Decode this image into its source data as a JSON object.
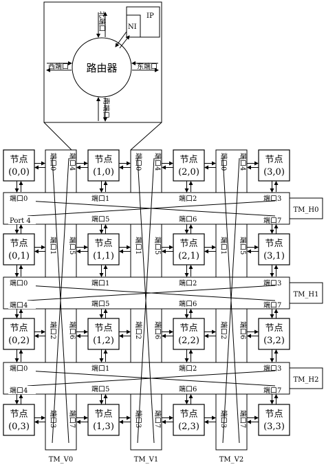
{
  "router_detail": {
    "north": "北端口",
    "south": "南端口",
    "west": "西端口",
    "east": "东端口",
    "center": "路由器",
    "ni": "NI",
    "ip": "IP"
  },
  "node_word": "节点",
  "nodes": [
    {
      "coord": "(0,0)"
    },
    {
      "coord": "(1,0)"
    },
    {
      "coord": "(2,0)"
    },
    {
      "coord": "(3,0)"
    },
    {
      "coord": "(0,1)"
    },
    {
      "coord": "(1,1)"
    },
    {
      "coord": "(2,1)"
    },
    {
      "coord": "(3,1)"
    },
    {
      "coord": "(0,2)"
    },
    {
      "coord": "(1,2)"
    },
    {
      "coord": "(2,2)"
    },
    {
      "coord": "(3,2)"
    },
    {
      "coord": "(0,3)"
    },
    {
      "coord": "(1,3)"
    },
    {
      "coord": "(2,3)"
    },
    {
      "coord": "(3,3)"
    }
  ],
  "h_buses": [
    {
      "name": "TM_H0",
      "ports": {
        "p0": "端口0",
        "p1": "端口1",
        "p2": "端口2",
        "p3": "端口3",
        "p4": "Port 4",
        "p5": "端口5",
        "p6": "端口6",
        "p7": "端口7"
      }
    },
    {
      "name": "TM_H1",
      "ports": {
        "p0": "端口0",
        "p1": "端口1",
        "p2": "端口2",
        "p3": "端口3",
        "p4": "端口4",
        "p5": "端口5",
        "p6": "端口6",
        "p7": "端口7"
      }
    },
    {
      "name": "TM_H2",
      "ports": {
        "p0": "端口0",
        "p1": "端口1",
        "p2": "端口2",
        "p3": "端口3",
        "p4": "端口4",
        "p5": "端口5",
        "p6": "端口6",
        "p7": "端口7"
      }
    }
  ],
  "v_buses": [
    {
      "name": "TM_V0",
      "ports": {
        "p0": "端口0",
        "p1": "端口1",
        "p2": "端口2",
        "p3": "端口3",
        "p4": "端口4",
        "p5": "端口5",
        "p6": "端口6",
        "p7": "端口7"
      }
    },
    {
      "name": "TM_V1",
      "ports": {
        "p0": "端口0",
        "p1": "端口1",
        "p2": "端口2",
        "p3": "端口3",
        "p4": "端口4",
        "p5": "端口5",
        "p6": "端口6",
        "p7": "端口7"
      }
    },
    {
      "name": "TM_V2",
      "ports": {
        "p0": "端口0",
        "p1": "端口1",
        "p2": "端口2",
        "p3": "端口3",
        "p4": "端口4",
        "p5": "端口5",
        "p6": "端口6",
        "p7": "端口7"
      }
    }
  ]
}
